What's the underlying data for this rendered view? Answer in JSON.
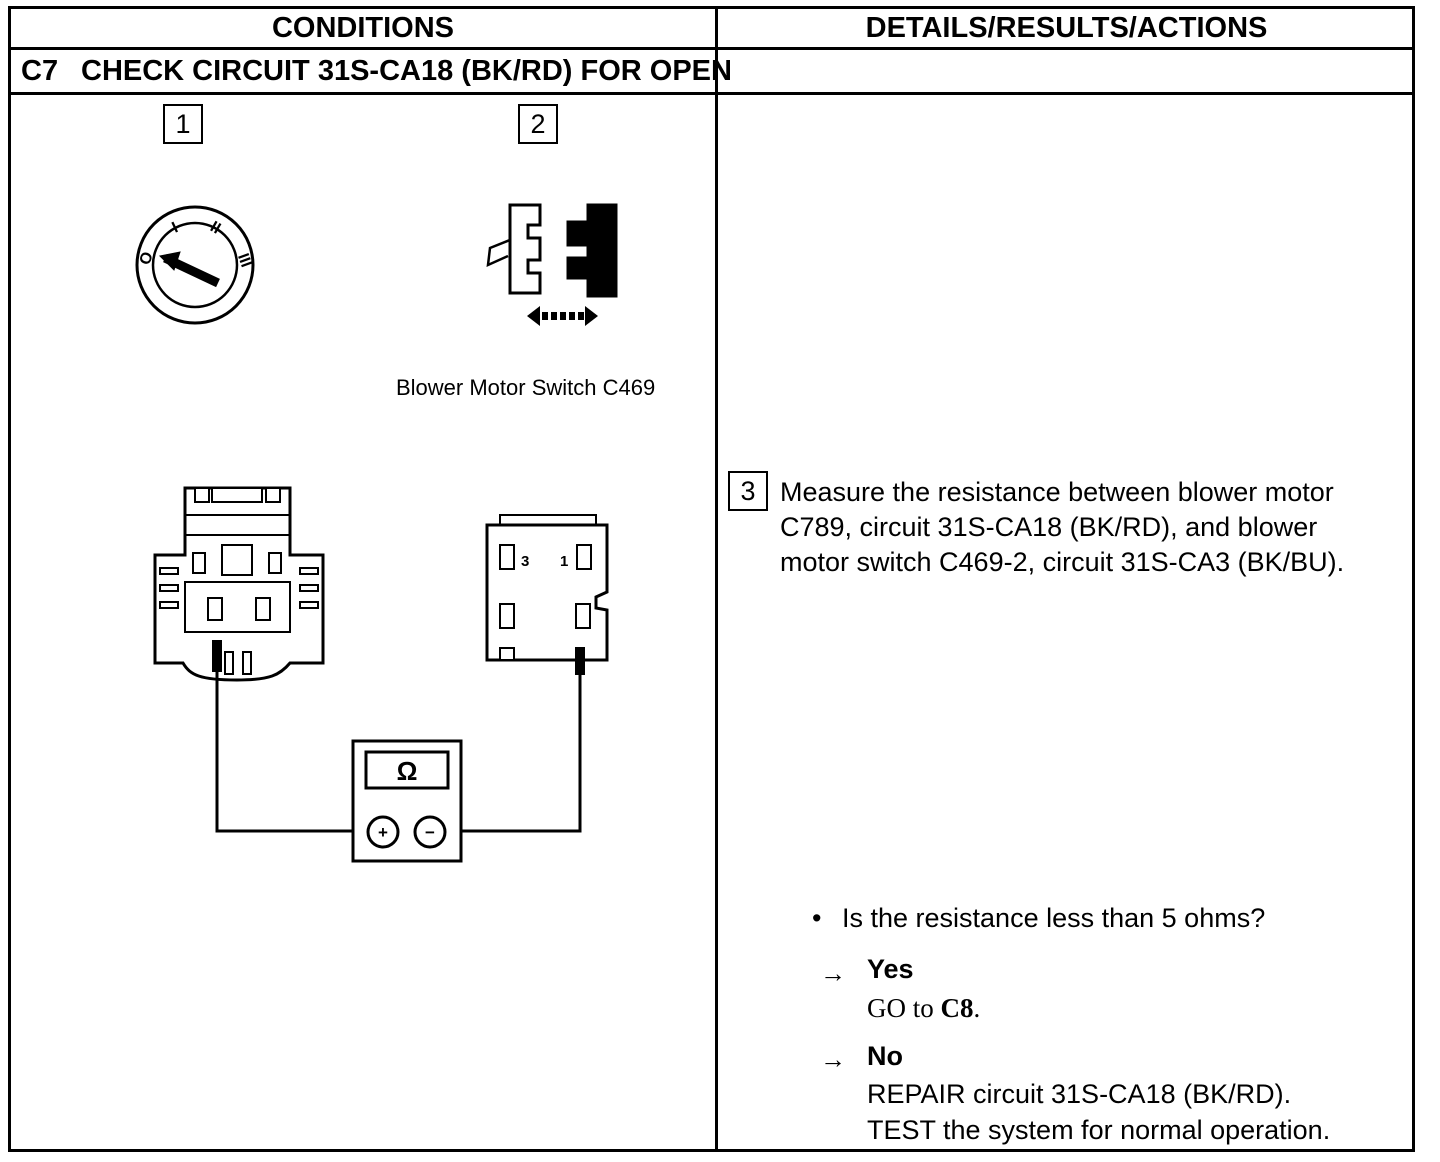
{
  "headers": {
    "conditions": "CONDITIONS",
    "details": "DETAILS/RESULTS/ACTIONS"
  },
  "step": {
    "code": "C7",
    "title": "CHECK CIRCUIT 31S-CA18 (BK/RD) FOR OPEN"
  },
  "figures": {
    "box1": "1",
    "box2": "2",
    "connector_label": "Blower Motor Switch C469",
    "key_positions": [
      "O",
      "I",
      "II",
      "III"
    ],
    "switch_pins": {
      "left": "3",
      "right": "1"
    },
    "meter_symbol": "Ω",
    "plus": "+",
    "minus": "−"
  },
  "details": {
    "step_number": "3",
    "instruction": "Measure the resistance between blower motor C789, circuit 31S-CA18 (BK/RD), and blower motor switch C469-2, circuit 31S-CA3 (BK/BU).",
    "question": "Is the resistance less than 5 ohms?",
    "yes": {
      "label": "Yes",
      "action_prefix": "GO to ",
      "action_target": "C8",
      "action_suffix": "."
    },
    "no": {
      "label": "No",
      "action_line1": "REPAIR circuit 31S-CA18 (BK/RD).",
      "action_line2": "TEST the system for normal operation."
    }
  }
}
